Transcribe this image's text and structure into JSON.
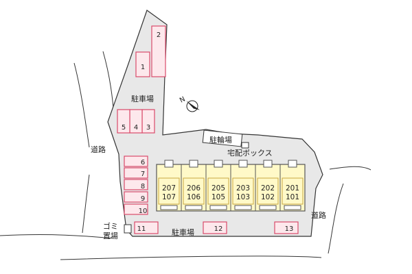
{
  "colors": {
    "lot_fill": "#e8e8e8",
    "lot_stroke": "#333333",
    "parking_fill": "#fde8ec",
    "parking_stroke": "#d94a6a",
    "building_fill": "#fff9c8",
    "building_stroke": "#555555",
    "unit_stroke": "#c9a640"
  },
  "icons": {
    "north": "north-arrow-icon",
    "compass_letter": "N"
  },
  "labels": {
    "parking_top": "駐車場",
    "parking_bottom": "駐車場",
    "road_left": "道路",
    "road_right": "道路",
    "bicycle": "駐輪場",
    "delivery_box": "宅配ボックス",
    "garbage_line1": "ゴミ",
    "garbage_line2": "置場"
  },
  "parking_spaces": [
    "1",
    "2",
    "3",
    "4",
    "5",
    "6",
    "7",
    "8",
    "9",
    "10",
    "11",
    "12",
    "13"
  ],
  "units": [
    {
      "upper": "207",
      "lower": "107"
    },
    {
      "upper": "206",
      "lower": "106"
    },
    {
      "upper": "205",
      "lower": "105"
    },
    {
      "upper": "203",
      "lower": "103"
    },
    {
      "upper": "202",
      "lower": "102"
    },
    {
      "upper": "201",
      "lower": "101"
    }
  ]
}
